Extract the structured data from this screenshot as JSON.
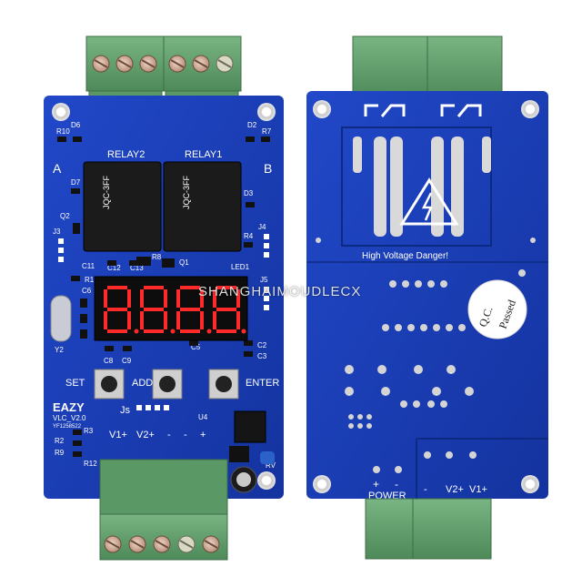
{
  "watermark": "SHANGHAIMOUDLECX",
  "front_board": {
    "relay_labels": [
      "RELAY2",
      "RELAY1"
    ],
    "relay_markings": [
      "JQC-3FF",
      "JQC-3FF"
    ],
    "side_labels": [
      "A",
      "B"
    ],
    "components": [
      "R10",
      "D6",
      "D2",
      "R7",
      "D7",
      "D3",
      "Q2",
      "J3",
      "J4",
      "R4",
      "R8",
      "Q1",
      "LED1",
      "C12",
      "C13",
      "C11",
      "R1",
      "C6",
      "J5",
      "Y2",
      "C5",
      "C2",
      "C3",
      "C8",
      "C9",
      "U4",
      "R3",
      "R2",
      "R9",
      "R12",
      "RV"
    ],
    "buttons": [
      "SET",
      "ADD",
      "ENTER"
    ],
    "brand": "EAZY",
    "model": "VLC_V2.0",
    "serial": "YF1258522",
    "jumper_label": "Js",
    "terminal_labels": [
      "V1+",
      "V2+",
      "-",
      "-",
      "+"
    ]
  },
  "back_board": {
    "warning_text": "High Voltage Danger!",
    "qc_sticker": [
      "Q.C.",
      "Passed"
    ],
    "power_label": "POWER",
    "power_polarity": [
      "+",
      "-"
    ],
    "input_labels": [
      "-",
      "V2+",
      "V1+"
    ]
  },
  "colors": {
    "pcb_blue": "#1a3fb8",
    "terminal_green": "#5f9f6a",
    "relay_black": "#1b1b1b",
    "display_red": "#ff2a2a"
  }
}
